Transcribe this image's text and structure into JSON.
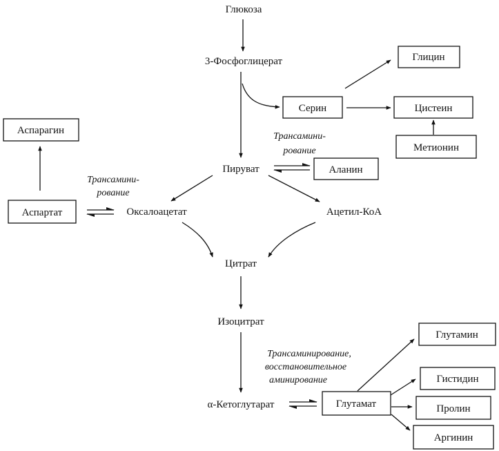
{
  "nodes": {
    "glucose": "Глюкоза",
    "phosphoglycerate": "3-Фосфоглицерат",
    "serine": "Серин",
    "glycine": "Глицин",
    "cysteine": "Цистеин",
    "methionine": "Метионин",
    "pyruvate": "Пируват",
    "alanine": "Аланин",
    "asparagine": "Аспарагин",
    "aspartate": "Аспартат",
    "oxaloacetate": "Оксалоацетат",
    "acetyl_coa": "Ацетил-КоА",
    "citrate": "Цитрат",
    "isocitrate": "Изоцитрат",
    "ketoglutarate": "α-Кетоглутарат",
    "glutamate": "Глутамат",
    "glutamine": "Глутамин",
    "histidine": "Гистидин",
    "proline": "Пролин",
    "arginine": "Аргинин"
  },
  "annotations": {
    "transamination_top_1": "Трансамини-",
    "transamination_top_2": "рование",
    "transamination_left_1": "Трансамини-",
    "transamination_left_2": "рование",
    "glutamate_note_1": "Трансаминирование,",
    "glutamate_note_2": "восстановительное",
    "glutamate_note_3": "аминирование"
  }
}
